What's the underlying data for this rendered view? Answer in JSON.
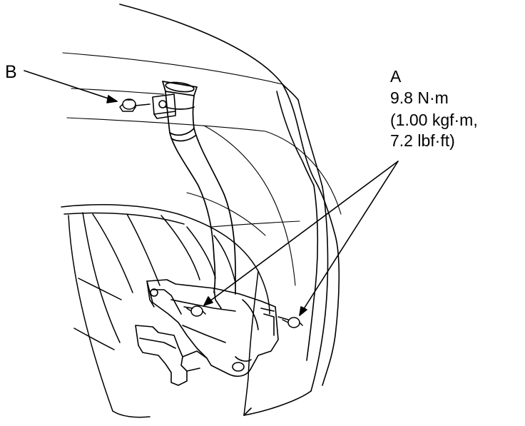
{
  "callouts": {
    "b": {
      "letter": "B"
    },
    "a": {
      "letter": "A",
      "torque_nm": "9.8 N·m",
      "torque_kgf": "(1.00 kgf·m,",
      "torque_lbf": "7.2 lbf·ft)"
    }
  },
  "colors": {
    "line": "#000000",
    "background": "#ffffff"
  }
}
